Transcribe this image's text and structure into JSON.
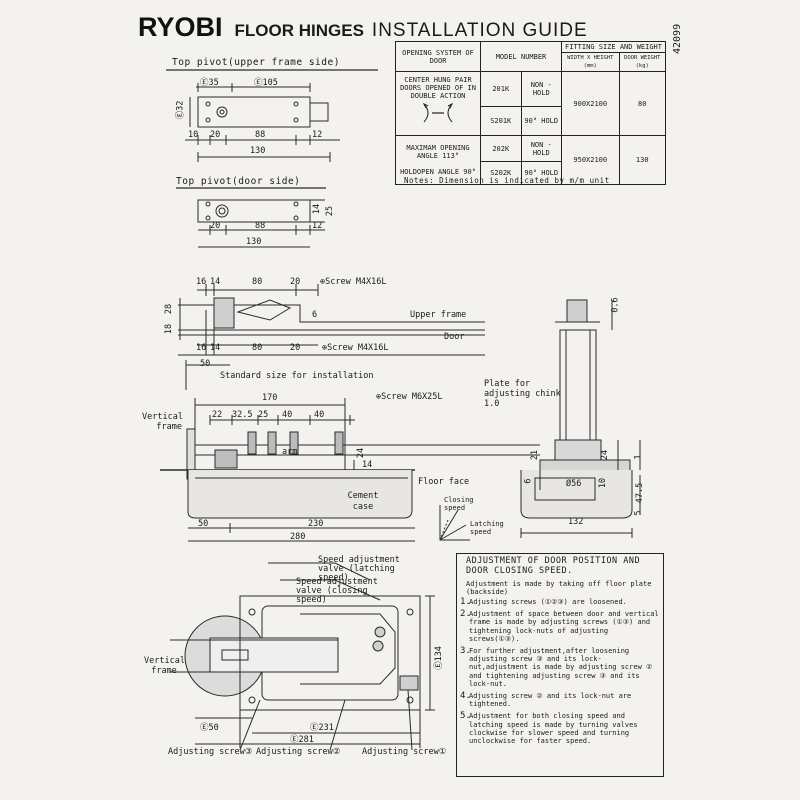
{
  "header": {
    "brand": "RYOBI",
    "title_bold": "FLOOR HINGES",
    "title_rest": "INSTALLATION  GUIDE",
    "doc_number": "42099"
  },
  "spec_table": {
    "head_opening": "OPENING SYSTEM OF DOOR",
    "head_model": "MODEL  NUMBER",
    "head_fitting": "FITTING SIZE AND WEIGHT",
    "head_width": "WIDTH X HEIGHT (mm)",
    "head_weight": "DOOR WEIGHT (kg)",
    "group1_desc": "CENTER HUNG PAIR DOORS OPENED OF IN DOUBLE ACTION",
    "group2_desc_a": "MAXIMAM OPENING ANGLE 113°",
    "group2_desc_b": "HOLDOPEN ANGLE 90°",
    "rows": [
      {
        "model": "201K",
        "hold": "NON -HOLD"
      },
      {
        "model": "S201K",
        "hold": "90° HOLD"
      },
      {
        "model": "202K",
        "hold": "NON -HOLD"
      },
      {
        "model": "S202K",
        "hold": "90° HOLD"
      }
    ],
    "group1_size": "900X2100",
    "group1_weight": "80",
    "group2_size": "950X2100",
    "group2_weight": "130"
  },
  "notes": "Notes: Dimension is indicated by m/m unit",
  "top_pivot_upper": {
    "title": "Top pivot(upper frame side)",
    "dims": {
      "d35": "Ⓔ35",
      "d105": "Ⓔ105",
      "d32": "Ⓔ32",
      "d10": "10",
      "d20": "20",
      "d88": "88",
      "d12": "12",
      "d130": "130"
    }
  },
  "top_pivot_door": {
    "title": "Top pivot(door side)",
    "dims": {
      "d14": "14",
      "d25": "25",
      "d20": "20",
      "d88": "88",
      "d12": "12",
      "d130": "130"
    }
  },
  "frame_section": {
    "d16": "16",
    "d14": "14",
    "d80": "80",
    "d20": "20",
    "d28": "28",
    "d18": "18",
    "d6": "6",
    "screw_top": "⊕Screw M4X16L",
    "screw_bot": "⊕Screw M4X16L",
    "upper_frame": "Upper frame",
    "door": "Door",
    "d50": "50",
    "standard_size": "Standard size for installation"
  },
  "case_section": {
    "d170": "170",
    "d22": "22",
    "d32_5": "32.5",
    "d25": "25",
    "d40a": "40",
    "d40b": "40",
    "screw_m6": "⊕Screw M6X25L",
    "vertical_frame": "Vertical frame",
    "arm": "arm",
    "floor_face": "Floor face",
    "cement_case": "Cement case",
    "d50": "50",
    "d230": "230",
    "d280": "280",
    "d14": "14",
    "d24": "24",
    "closing_speed": "Closing speed",
    "latching_speed": "Latching speed"
  },
  "side_section": {
    "d0_6": "0.6",
    "plate_label": "Plate for adjusting chink 1.0",
    "d6": "6",
    "d21": "21",
    "d56": "Ø56",
    "d10": "10",
    "d24": "24",
    "d1": "1",
    "d47_5": "47.5",
    "d5": "5",
    "d132": "132"
  },
  "plan_view": {
    "valve_latching": "Speed adjustment valve (latching speed)",
    "valve_closing": "Speed adjustment valve (closing speed)",
    "vertical_frame": "Vertical frame",
    "d134": "Ⓔ134",
    "d50": "Ⓔ50",
    "d231": "Ⓔ231",
    "d281": "Ⓔ281",
    "screw3": "Adjusting screw③",
    "screw2": "Adjusting screw②",
    "screw1": "Adjusting screw①"
  },
  "adjustment": {
    "title": "ADJUSTMENT OF DOOR POSITION AND DOOR CLOSING SPEED.",
    "intro": "Adjustment is made by taking off floor plate (backside)",
    "steps": [
      {
        "num": "1.",
        "text": "Adjusting screws (①②③) are loosened."
      },
      {
        "num": "2.",
        "text": "Adjustment of space between door and vertical frame is made by adjusting screws (①③) and tightening lock-nuts of adjusting screws(①③)."
      },
      {
        "num": "3.",
        "text": "For further adjustment,after loosening adjusting screw ③ and its lock-nut,adjustment is made by adjusting screw ② and tightening adjusting screw ③ and its lock-nut."
      },
      {
        "num": "4.",
        "text": "Adjusting screw ② and its lock-nut are tightened."
      },
      {
        "num": "5.",
        "text": "Adjustment for both closing speed and latching speed is made by turning valves clockwise for slower speed and turning unclockwise for faster speed."
      }
    ]
  }
}
